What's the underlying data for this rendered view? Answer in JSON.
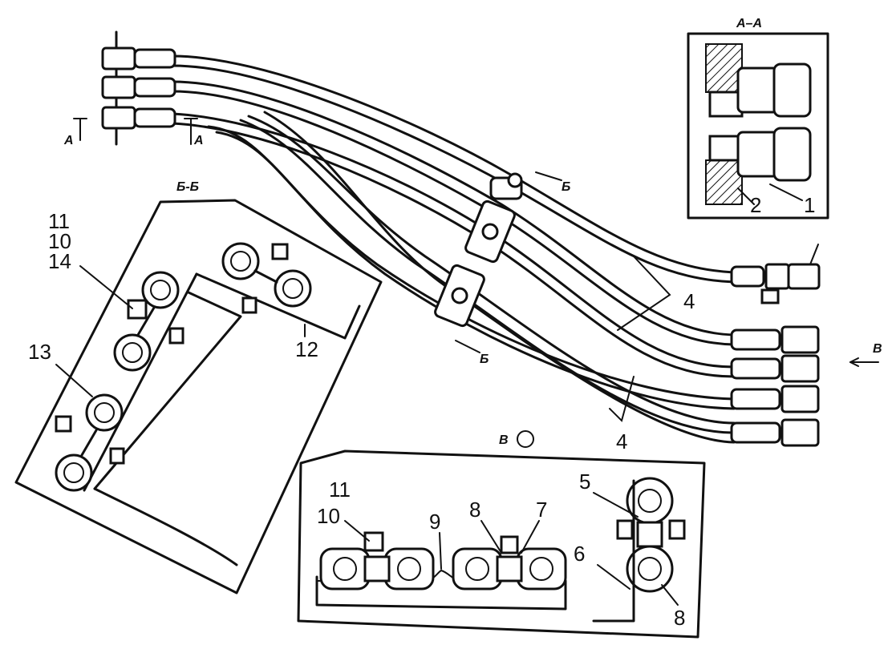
{
  "section_labels": {
    "aa": "А–А",
    "bb": "Б-Б",
    "cut_a": "А",
    "cut_b": "Б",
    "view_v": "В"
  },
  "labels": {
    "p1": "1",
    "p2": "2",
    "p4": "4",
    "p5": "5",
    "p6": "6",
    "p7": "7",
    "p8": "8",
    "p9": "9",
    "p10": "10",
    "p11": "11",
    "p12": "12",
    "p13": "13",
    "p14": "14"
  }
}
